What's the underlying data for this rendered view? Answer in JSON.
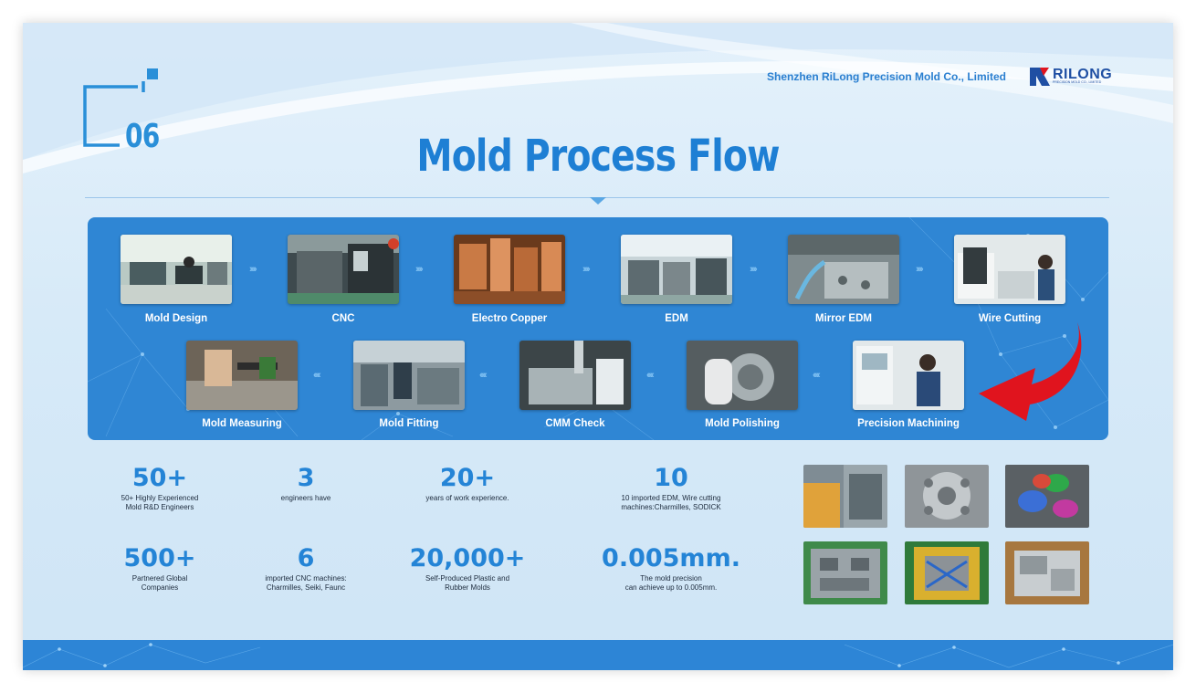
{
  "header": {
    "section_number": "06",
    "company": "Shenzhen RiLong Precision Mold Co., Limited",
    "logo_text": "RILONG",
    "logo_subtext": "PRECISION MOLD CO., LIMITED",
    "title": "Mold Process Flow"
  },
  "process": {
    "row1": [
      {
        "label": "Mold Design",
        "icon": "mold-design-photo"
      },
      {
        "label": "CNC",
        "icon": "cnc-photo"
      },
      {
        "label": "Electro Copper",
        "icon": "electro-copper-photo"
      },
      {
        "label": "EDM",
        "icon": "edm-photo"
      },
      {
        "label": "Mirror EDM",
        "icon": "mirror-edm-photo"
      },
      {
        "label": "Wire Cutting",
        "icon": "wire-cutting-photo"
      }
    ],
    "row2": [
      {
        "label": "Mold Measuring",
        "icon": "mold-measuring-photo"
      },
      {
        "label": "Mold Fitting",
        "icon": "mold-fitting-photo"
      },
      {
        "label": "CMM Check",
        "icon": "cmm-check-photo"
      },
      {
        "label": "Mold Polishing",
        "icon": "mold-polishing-photo"
      },
      {
        "label": "Precision Machining",
        "icon": "precision-machining-photo"
      }
    ],
    "chevron_right": "››››",
    "chevron_left": "‹‹‹‹"
  },
  "stats": [
    {
      "num": "50+",
      "desc": "50+ Highly Experienced\nMold R&D Engineers"
    },
    {
      "num": "3",
      "desc": "engineers have"
    },
    {
      "num": "20+",
      "desc": "years of work experience."
    },
    {
      "num": "10",
      "desc": "10 imported EDM, Wire cutting\nmachines:Charmilles, SODICK"
    },
    {
      "num": "500+",
      "desc": "Partnered Global\nCompanies"
    },
    {
      "num": "6",
      "desc": "imported CNC machines:\nCharmilles, Seiki, Faunc"
    },
    {
      "num": "20,000+",
      "desc": "Self-Produced Plastic and\nRubber Molds"
    },
    {
      "num": "0.005mm.",
      "desc": "The mold precision\ncan achieve up to 0.005mm."
    }
  ],
  "colors": {
    "accent": "#2484d6",
    "panel": "#2f86d4",
    "arrow": "#e0141e"
  }
}
